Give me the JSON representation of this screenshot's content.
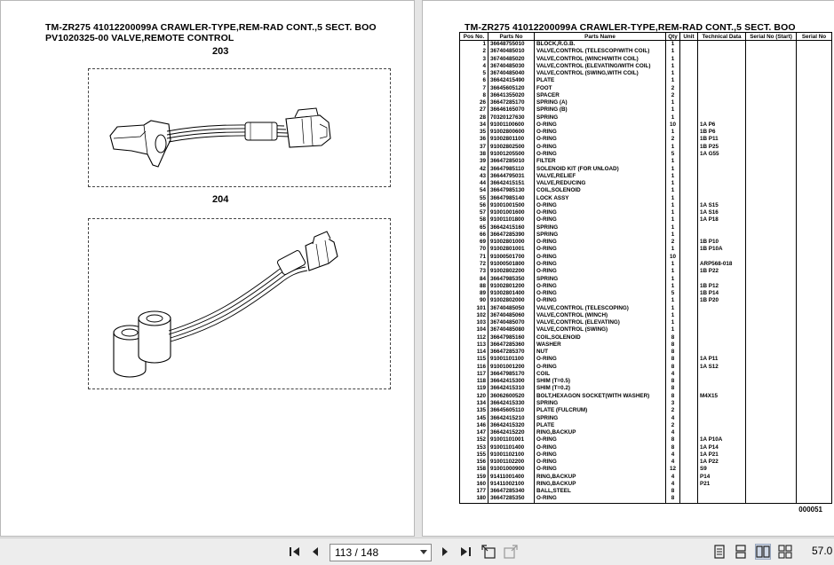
{
  "left_page": {
    "title_line1": "TM-ZR275 41012200099A CRAWLER-TYPE,REM-RAD CONT.,5 SECT. BOO",
    "title_line2": "PV1020325-00 VALVE,REMOTE CONTROL",
    "figures": [
      {
        "label": "203"
      },
      {
        "label": "204"
      }
    ]
  },
  "right_page": {
    "title": "TM-ZR275 41012200099A CRAWLER-TYPE,REM-RAD CONT.,5 SECT. BOO",
    "headers": [
      "Pos No.",
      "Parts No",
      "Parts Name",
      "Qty",
      "Unit",
      "Technical Data",
      "Serial No (Start)",
      "Serial No"
    ],
    "rows": [
      [
        "1",
        "36648755010",
        "BLOCK,R.G.B.",
        "1",
        "",
        ""
      ],
      [
        "2",
        "36740485010",
        "VALVE,CONTROL (TELESCOP/WITH COIL)",
        "1",
        "",
        ""
      ],
      [
        "3",
        "36740485020",
        "VALVE,CONTROL (WINCH/WITH COIL)",
        "1",
        "",
        ""
      ],
      [
        "4",
        "36740485030",
        "VALVE,CONTROL (ELEVATING/WITH COIL)",
        "1",
        "",
        ""
      ],
      [
        "5",
        "36740485040",
        "VALVE,CONTROL (SWING,WITH COIL)",
        "1",
        "",
        ""
      ],
      [
        "6",
        "36642415490",
        "PLATE",
        "1",
        "",
        ""
      ],
      [
        "7",
        "36645605120",
        "FOOT",
        "2",
        "",
        ""
      ],
      [
        "8",
        "36641355020",
        "SPACER",
        "2",
        "",
        ""
      ],
      [
        "26",
        "36647285170",
        "SPRING (A)",
        "1",
        "",
        ""
      ],
      [
        "27",
        "36646165070",
        "SPRING (B)",
        "1",
        "",
        ""
      ],
      [
        "28",
        "70320127630",
        "SPRING",
        "1",
        "",
        ""
      ],
      [
        "34",
        "91001100600",
        "O-RING",
        "10",
        "",
        "1A P6"
      ],
      [
        "35",
        "91002800600",
        "O-RING",
        "1",
        "",
        "1B P6"
      ],
      [
        "36",
        "91002801100",
        "O-RING",
        "2",
        "",
        "1B P11"
      ],
      [
        "37",
        "91002802500",
        "O-RING",
        "1",
        "",
        "1B P25"
      ],
      [
        "38",
        "91001205500",
        "O-RING",
        "5",
        "",
        "1A G55"
      ],
      [
        "39",
        "36647285010",
        "FILTER",
        "1",
        "",
        ""
      ],
      [
        "42",
        "36647985110",
        "SOLENOID KIT (FOR UNLOAD)",
        "1",
        "",
        ""
      ],
      [
        "43",
        "36644795031",
        "VALVE,RELIEF",
        "1",
        "",
        ""
      ],
      [
        "44",
        "36642415151",
        "VALVE,REDUCING",
        "1",
        "",
        ""
      ],
      [
        "54",
        "36647985130",
        "COIL,SOLENOID",
        "1",
        "",
        ""
      ],
      [
        "55",
        "36647985140",
        "LOCK ASSY",
        "1",
        "",
        ""
      ],
      [
        "56",
        "91001001500",
        "O-RING",
        "1",
        "",
        "1A S15"
      ],
      [
        "57",
        "91001001600",
        "O-RING",
        "1",
        "",
        "1A S16"
      ],
      [
        "58",
        "91001101800",
        "O-RING",
        "1",
        "",
        "1A P18"
      ],
      [
        "65",
        "36642415160",
        "SPRING",
        "1",
        "",
        ""
      ],
      [
        "66",
        "36647285390",
        "SPRING",
        "1",
        "",
        ""
      ],
      [
        "69",
        "91002801000",
        "O-RING",
        "2",
        "",
        "1B P10"
      ],
      [
        "70",
        "91002801001",
        "O-RING",
        "1",
        "",
        "1B P10A"
      ],
      [
        "71",
        "91000501700",
        "O-RING",
        "10",
        "",
        ""
      ],
      [
        "72",
        "91000501800",
        "O-RING",
        "1",
        "",
        "ARP568-018"
      ],
      [
        "73",
        "91002802200",
        "O-RING",
        "1",
        "",
        "1B P22"
      ],
      [
        "84",
        "36647985350",
        "SPRING",
        "1",
        "",
        ""
      ],
      [
        "88",
        "91002801200",
        "O-RING",
        "1",
        "",
        "1B P12"
      ],
      [
        "89",
        "91002801400",
        "O-RING",
        "5",
        "",
        "1B P14"
      ],
      [
        "90",
        "91002802000",
        "O-RING",
        "1",
        "",
        "1B P20"
      ],
      [
        "101",
        "36740485050",
        "VALVE,CONTROL (TELESCOPING)",
        "1",
        "",
        ""
      ],
      [
        "102",
        "36740485060",
        "VALVE,CONTROL (WINCH)",
        "1",
        "",
        ""
      ],
      [
        "103",
        "36740485070",
        "VALVE,CONTROL (ELEVATING)",
        "1",
        "",
        ""
      ],
      [
        "104",
        "36740485080",
        "VALVE,CONTROL (SWING)",
        "1",
        "",
        ""
      ],
      [
        "112",
        "36647985160",
        "COIL,SOLENOID",
        "8",
        "",
        ""
      ],
      [
        "113",
        "36647285360",
        "WASHER",
        "8",
        "",
        ""
      ],
      [
        "114",
        "36647285370",
        "NUT",
        "8",
        "",
        ""
      ],
      [
        "115",
        "91001101100",
        "O-RING",
        "8",
        "",
        "1A P11"
      ],
      [
        "116",
        "91001001200",
        "O-RING",
        "8",
        "",
        "1A S12"
      ],
      [
        "117",
        "36647985170",
        "COIL",
        "4",
        "",
        ""
      ],
      [
        "118",
        "36642415300",
        "SHIM (T=0.5)",
        "8",
        "",
        ""
      ],
      [
        "119",
        "36642415310",
        "SHIM (T=0.2)",
        "8",
        "",
        ""
      ],
      [
        "120",
        "36062600520",
        "BOLT,HEXAGON SOCKET(WITH WASHER)",
        "8",
        "",
        "M4X15"
      ],
      [
        "134",
        "36642415330",
        "SPRING",
        "3",
        "",
        ""
      ],
      [
        "135",
        "36645605110",
        "PLATE (FULCRUM)",
        "2",
        "",
        ""
      ],
      [
        "145",
        "36642415210",
        "SPRING",
        "4",
        "",
        ""
      ],
      [
        "146",
        "36642415320",
        "PLATE",
        "2",
        "",
        ""
      ],
      [
        "147",
        "36642415220",
        "RING,BACKUP",
        "4",
        "",
        ""
      ],
      [
        "152",
        "91001101001",
        "O-RING",
        "8",
        "",
        "1A P10A"
      ],
      [
        "153",
        "91001101400",
        "O-RING",
        "8",
        "",
        "1A P14"
      ],
      [
        "155",
        "91001102100",
        "O-RING",
        "4",
        "",
        "1A P21"
      ],
      [
        "156",
        "91001102200",
        "O-RING",
        "4",
        "",
        "1A P22"
      ],
      [
        "158",
        "91001000900",
        "O-RING",
        "12",
        "",
        "S9"
      ],
      [
        "159",
        "91411001400",
        "RING,BACKUP",
        "4",
        "",
        "P14"
      ],
      [
        "160",
        "91411002100",
        "RING,BACKUP",
        "4",
        "",
        "P21"
      ],
      [
        "177",
        "36647285340",
        "BALL,STEEL",
        "8",
        "",
        ""
      ],
      [
        "180",
        "36647285350",
        "O-RING",
        "8",
        "",
        ""
      ]
    ],
    "page_code": "000051"
  },
  "toolbar": {
    "page_field": "113 / 148",
    "zoom": "57.0"
  }
}
